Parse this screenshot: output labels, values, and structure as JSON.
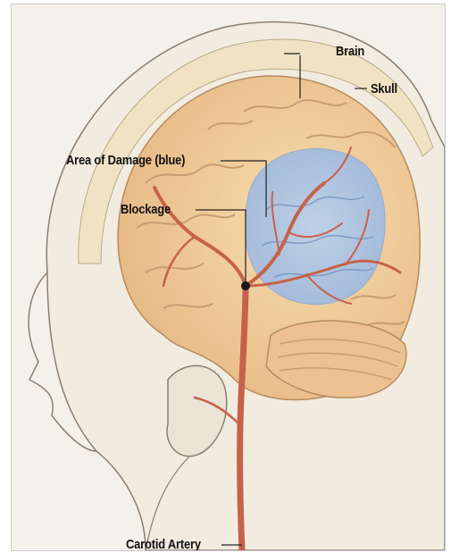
{
  "illustration": {
    "subject": "human-head-brain-cross-section",
    "colors": {
      "background": "#f4f1ea",
      "skull": "#efe3c4",
      "brain": "#f0cf9e",
      "brain_fold": "#c99d73",
      "damage_area": "#a9c3e6",
      "artery": "#c6624a",
      "outline": "#8b7f72"
    }
  },
  "labels": {
    "brain": "Brain",
    "skull": "Skull",
    "damage": "Area of Damage (blue)",
    "blockage": "Blockage",
    "carotid": "Carotid Artery"
  }
}
